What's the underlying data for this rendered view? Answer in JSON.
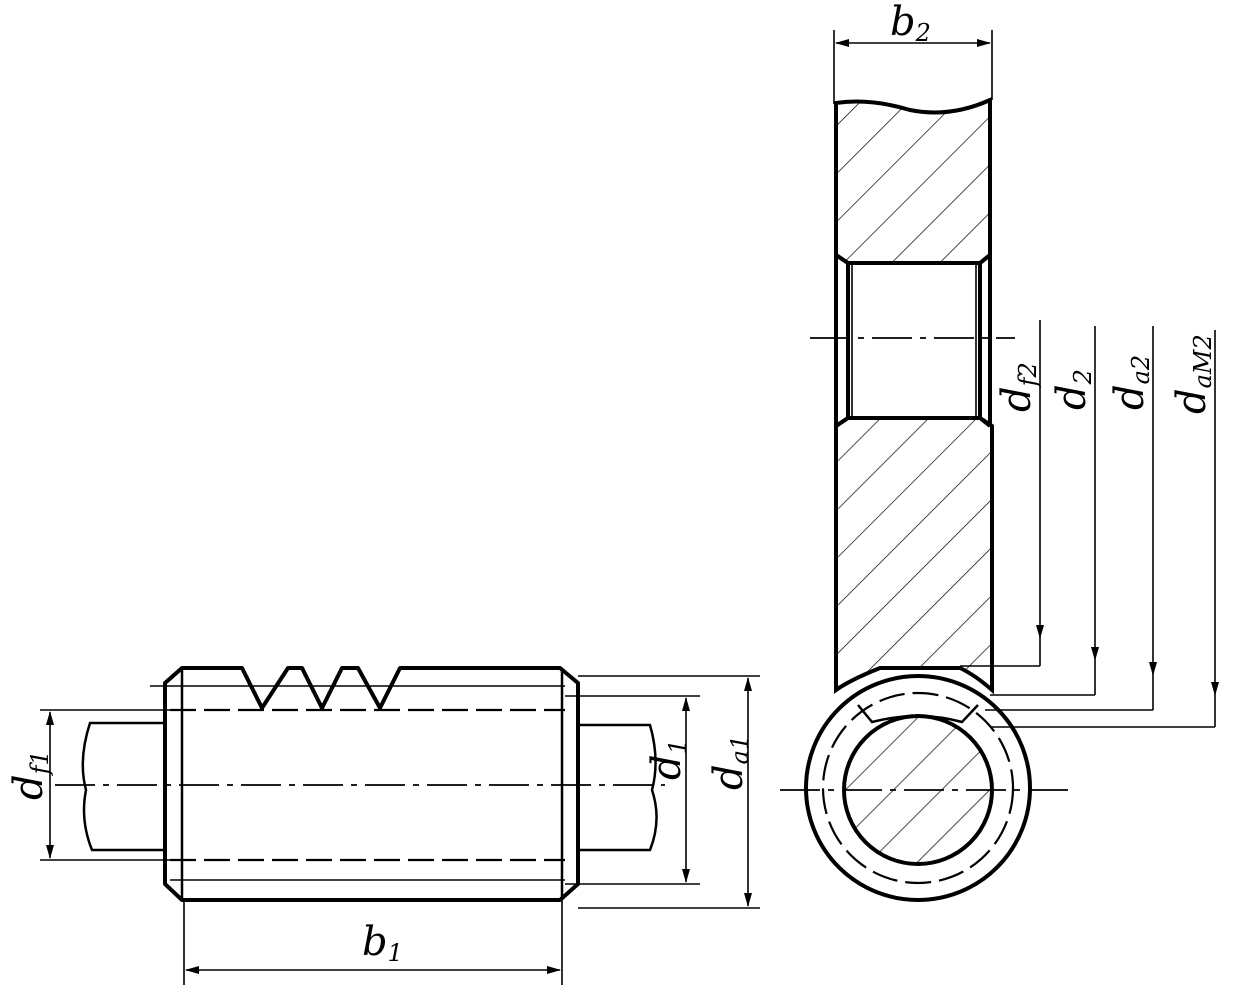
{
  "labels": {
    "b2": {
      "main": "b",
      "sub": "2"
    },
    "b1": {
      "main": "b",
      "sub": "1"
    },
    "df1": {
      "main": "d",
      "sub": "f1"
    },
    "d1": {
      "main": "d",
      "sub": "1"
    },
    "da1": {
      "main": "d",
      "sub": "a1"
    },
    "df2": {
      "main": "d",
      "sub": "f2"
    },
    "d2": {
      "main": "d",
      "sub": "2"
    },
    "da2": {
      "main": "d",
      "sub": "a2"
    },
    "dam2": {
      "main": "d",
      "sub": "aM2"
    }
  }
}
